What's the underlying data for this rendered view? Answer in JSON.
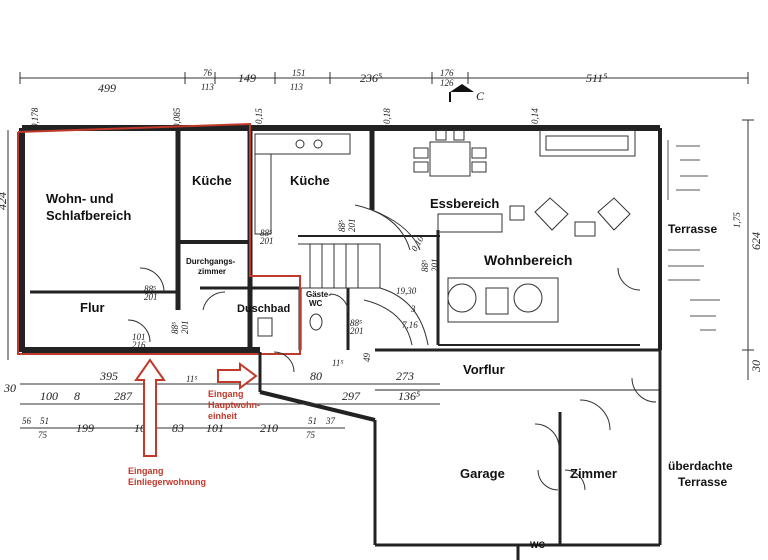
{
  "rooms": {
    "wohn_schlaf_1": "Wohn- und",
    "wohn_schlaf_2": "Schlafbereich",
    "kueche_left": "Küche",
    "kueche_mid": "Küche",
    "durchgang_1": "Durchgangs-",
    "durchgang_2": "zimmer",
    "flur": "Flur",
    "duschbad": "Duschbad",
    "gaeste_1": "Gäste-",
    "gaeste_2": "WC",
    "essbereich": "Essbereich",
    "wohnbereich": "Wohnbereich",
    "terrasse": "Terrasse",
    "vorflur": "Vorflur",
    "garage": "Garage",
    "zimmer": "Zimmer",
    "ueberdachte_1": "überdachte",
    "ueberdachte_2": "Terrasse",
    "wc": "WC"
  },
  "labels": {
    "eingang_einlieger_1": "Eingang",
    "eingang_einlieger_2": "Einliegerwohnung",
    "eingang_haupt_1": "Eingang",
    "eingang_haupt_2": "Hauptwohn-",
    "eingang_haupt_3": "einheit",
    "north": "C"
  },
  "dimensions": {
    "top": [
      "499",
      "76",
      "113",
      "149",
      "151",
      "113",
      "236⁵",
      "176",
      "126",
      "511⁵"
    ],
    "top_small": [
      "0,178",
      "0,085",
      "0,15",
      "0,18",
      "0,14"
    ],
    "right": [
      "624",
      "1,75",
      "30"
    ],
    "left": [
      "424",
      "30"
    ],
    "bottom_row1": [
      "395",
      "11⁵",
      "80",
      "273"
    ],
    "bottom_row2": [
      "100",
      "8",
      "287",
      "297",
      "136⁵"
    ],
    "bottom_row3": [
      "56",
      "51",
      "75",
      "199",
      "101",
      "83",
      "101",
      "210",
      "51",
      "37",
      "75"
    ],
    "doors": [
      "88⁵",
      "201",
      "88⁵",
      "201",
      "88⁵",
      "201",
      "101",
      "216",
      "88⁵",
      "201",
      "88⁵",
      "201",
      "88⁵",
      "201",
      "11⁵",
      "49",
      "3",
      "19,30",
      "7,16",
      "0,10"
    ]
  }
}
